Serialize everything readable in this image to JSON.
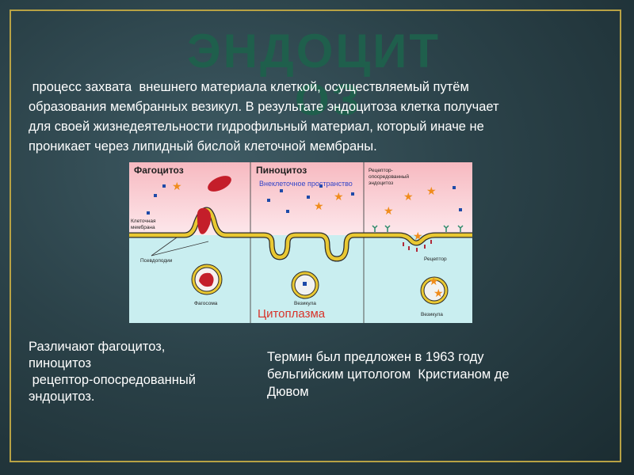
{
  "title": {
    "line1": "ЭНДОЦИТ",
    "line2": "ОЗ"
  },
  "intro": {
    "lines": [
      " процесс захвата  внешнего материала клеткой, осуществляемый путём",
      "образования мембранных везикул. В результате эндоцитоза клетка получает",
      "для своей жизнедеятельности гидрофильный материал, который иначе не",
      "проникает через липидный бислой клеточной мембраны."
    ]
  },
  "diagram": {
    "panel_phago": "Фагоцитоз",
    "panel_pino": "Пиноцитоз",
    "panel_receptor_l1": "Рецептор-",
    "panel_receptor_l2": "опосредованный",
    "panel_receptor_l3": "эндоцитоз",
    "extracellular": "Внеклеточное пространство",
    "membrane_l1": "Клеточная",
    "membrane_l2": "мембрана",
    "pseudopodia": "Псевдоподии",
    "phagosome": "Фагосома",
    "vesicle": "Везикула",
    "cytoplasm": "Цитоплазма",
    "receptor": "Рецептор",
    "vesicle2": "Везикула",
    "colors": {
      "top_gradient": "#f6c3c8",
      "bottom": "#c9eef0",
      "membrane": "#e9c832",
      "phago_particle": "#c41e2a",
      "star": "#f08c1c",
      "square": "#1e4aa8",
      "cytoplasm_text": "#d8332a",
      "extracellular_text": "#3345c8"
    }
  },
  "left_text": {
    "lines": [
      "Различают фагоцитоз,",
      "пиноцитоз",
      " рецептор-опосредованный",
      "эндоцитоз."
    ]
  },
  "right_text": {
    "lines": [
      "Термин был предложен в 1963 году",
      "бельгийским цитологом  Кристианом де",
      "Дювом"
    ]
  }
}
